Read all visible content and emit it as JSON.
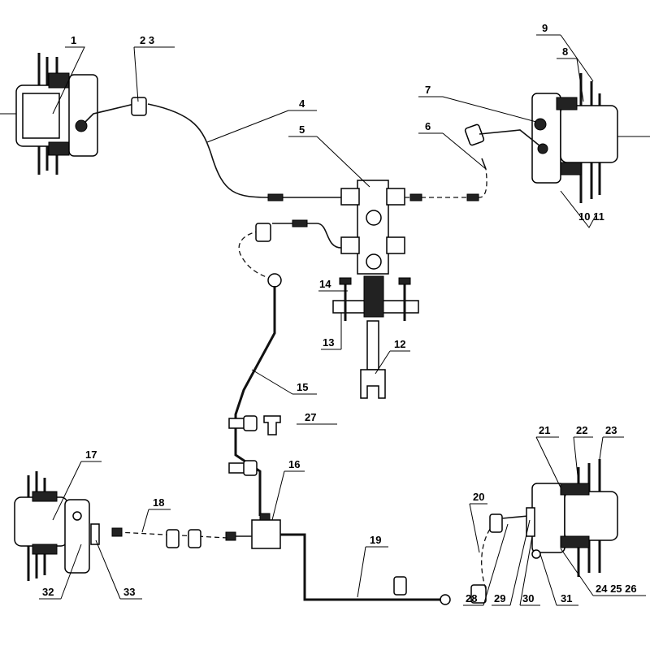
{
  "diagram": {
    "type": "brake-system-exploded-view",
    "labels": [
      "1",
      "2 3",
      "4",
      "5",
      "6",
      "7",
      "8",
      "9",
      "10 11",
      "12",
      "13",
      "14",
      "15",
      "16",
      "17",
      "18",
      "19",
      "20",
      "21",
      "22",
      "23",
      "24 25 26",
      "27",
      "28",
      "29",
      "30",
      "31",
      "32",
      "33"
    ],
    "colors": {
      "line": "#000000",
      "background": "#ffffff"
    }
  }
}
